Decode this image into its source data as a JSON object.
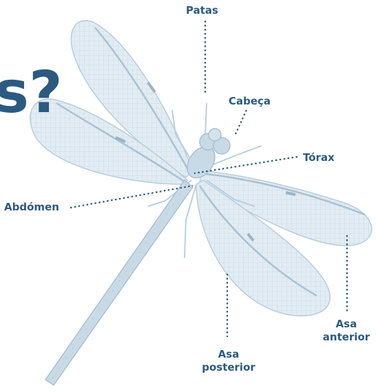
{
  "heading_fragment": "s?",
  "labels": {
    "patas": "Patas",
    "cabeca": "Cabeça",
    "torax": "Tórax",
    "abdomen": "Abdómen",
    "asa_posterior_1": "Asa",
    "asa_posterior_2": "posterior",
    "asa_anterior_1": "Asa",
    "asa_anterior_2": "anterior"
  },
  "colors": {
    "label_text": "#2c5a80",
    "leader_line": "#2c5a80",
    "wing_fill": "#dfeaf1",
    "body_fill": "#c3d7e3"
  }
}
